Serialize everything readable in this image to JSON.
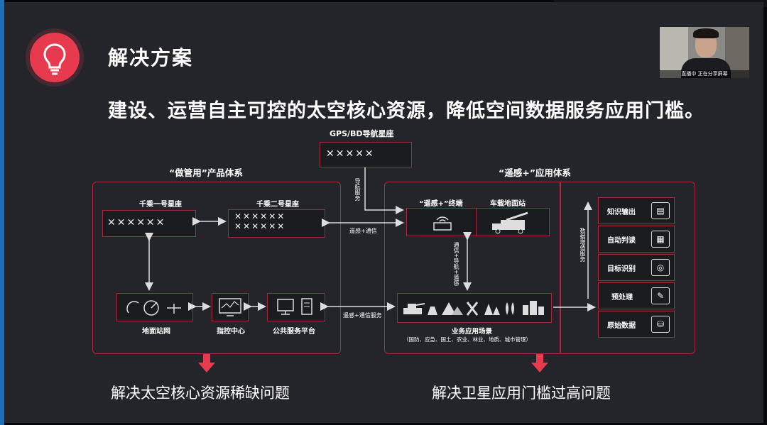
{
  "slide": {
    "title": "解决方案",
    "subtitle": "建设、运营自主可控的太空核心资源，降低空间数据服务应用门槛。"
  },
  "webcam": {
    "caption": "直播中 正在分享屏幕"
  },
  "diagram": {
    "gps": {
      "label": "GPS/BD导航星座"
    },
    "left_system": {
      "title": "“做管用”产品体系",
      "constellation1": "千乘一号星座",
      "constellation2": "千乘二号星座",
      "ground_network": "地面站网",
      "control_center": "指控中心",
      "public_platform": "公共服务平台"
    },
    "right_system": {
      "title": "“遥感+”应用体系",
      "terminal": "“遥感+”终端",
      "vehicle_station": "车载地面站",
      "scenario_title": "业务应用场景",
      "scenario_sub": "（国防、应急、国土、农业、林业、地质、城市管理）",
      "vertical_label": "数据增值服务",
      "layers": [
        "知识输出",
        "自动判读",
        "目标识别",
        "预处理",
        "原始数据"
      ]
    },
    "links": {
      "nav": "导航服务",
      "remote_comm": "遥感+通信",
      "remote_comm_service": "遥感+通信服务",
      "vertical_mid": "通信+导航+遥感"
    }
  },
  "conclusions": {
    "left": "解决太空核心资源稀缺问题",
    "right": "解决卫星应用门槛过高问题"
  },
  "colors": {
    "accent": "#e83a4e",
    "border": "#b0283a",
    "background": "#24252a"
  }
}
